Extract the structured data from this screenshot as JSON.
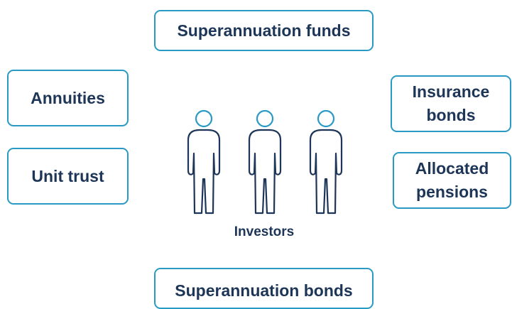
{
  "diagram": {
    "center_label": "Investors",
    "boxes": {
      "top": "Superannuation funds",
      "left_upper": "Annuities",
      "left_lower": "Unit trust",
      "right_upper_line1": "Insurance",
      "right_upper_line2": "bonds",
      "right_lower_line1": "Allocated",
      "right_lower_line2": "pensions",
      "bottom": "Superannuation bonds"
    },
    "icons": [
      "person-icon",
      "person-icon",
      "person-icon"
    ],
    "colors": {
      "box_border": "#2a9ac4",
      "text": "#1d3557",
      "person_head": "#2a9ac4",
      "person_body": "#1d3557"
    }
  }
}
